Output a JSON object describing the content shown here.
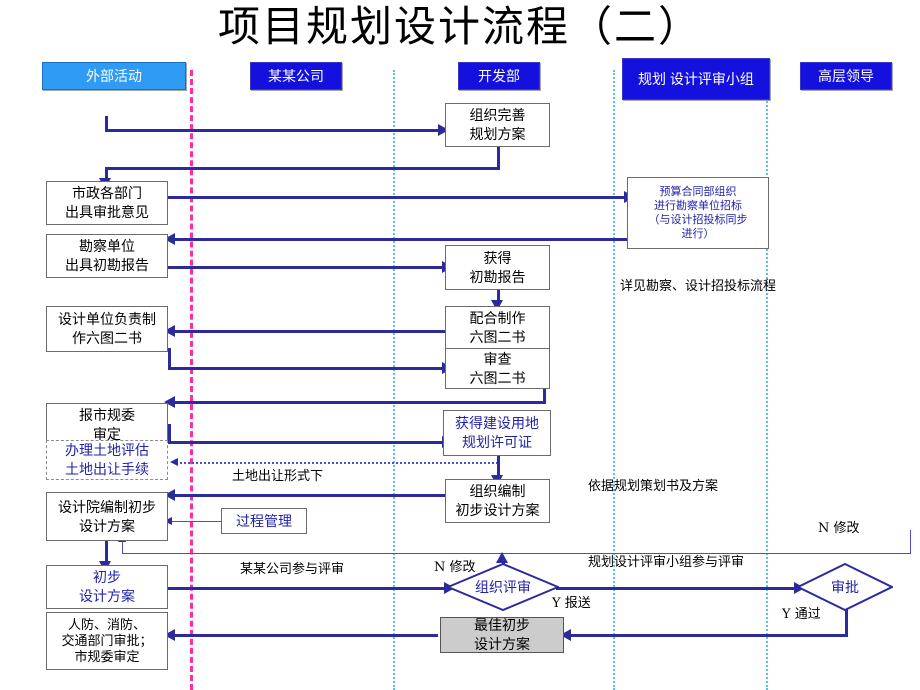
{
  "title": "项目规划设计流程（二）",
  "lanes": [
    {
      "id": "external",
      "label": "外部活动"
    },
    {
      "id": "company",
      "label": "某某公司"
    },
    {
      "id": "devdept",
      "label": "开发部"
    },
    {
      "id": "review",
      "label": "规划\n设计评审小组"
    },
    {
      "id": "exec",
      "label": "高层领导"
    }
  ],
  "colors": {
    "lane_header_blue": "#1410dd",
    "lane_header_light_blue": "#2f9bf5",
    "divider_magenta": "#ff2ea0",
    "divider_blue": "#5fbdf5",
    "connector": "#2b2b9e",
    "box_text_blue": "#2222aa",
    "gray_fill": "#cccccc"
  },
  "nodes": [
    {
      "id": "n_organize_plan",
      "label": "组织完善\n规划方案"
    },
    {
      "id": "n_city_depts",
      "label": "市政各部门\n出具审批意见"
    },
    {
      "id": "n_survey_unit",
      "label": "勘察单位\n出具初勘报告"
    },
    {
      "id": "n_budget_tender",
      "label": "预算合同部组织\n进行勘察单位招标\n（与设计招投标同步\n进行）"
    },
    {
      "id": "n_get_survey_report",
      "label": "获得\n初勘报告"
    },
    {
      "id": "n_design_unit",
      "label": "设计单位负责制\n作六图二书"
    },
    {
      "id": "n_make_six",
      "label": "配合制作\n六图二书"
    },
    {
      "id": "n_review_six",
      "label": "审查\n六图二书"
    },
    {
      "id": "n_report_city",
      "label": "报市规委\n审定"
    },
    {
      "id": "n_get_land_permit",
      "label": "获得建设用地\n规划许可证"
    },
    {
      "id": "n_land_valuation",
      "label": "办理土地评估\n土地出让手续"
    },
    {
      "id": "n_org_prelim",
      "label": "组织编制\n初步设计方案"
    },
    {
      "id": "n_inst_prelim",
      "label": "设计院编制初步\n设计方案"
    },
    {
      "id": "n_process_mgmt",
      "label": "过程管理"
    },
    {
      "id": "n_prelim_scheme",
      "label": "初步\n设计方案"
    },
    {
      "id": "n_approvals",
      "label": "人防、消防、\n交通部门审批；\n市规委审定"
    },
    {
      "id": "n_best_prelim",
      "label": "最佳初步\n设计方案"
    }
  ],
  "decisions": [
    {
      "id": "d_org_review",
      "label": "组织评审"
    },
    {
      "id": "d_approve",
      "label": "审批"
    }
  ],
  "annotations": [
    {
      "id": "a_see_tender",
      "text": "详见勘察、设计招投标流程"
    },
    {
      "id": "a_land_form",
      "text": "土地出让形式下"
    },
    {
      "id": "a_per_plan",
      "text": "依据规划策划书及方案"
    },
    {
      "id": "a_company_join",
      "text": "某某公司参与评审"
    },
    {
      "id": "a_group_join",
      "text": "规划设计评审小组参与评审"
    },
    {
      "id": "a_n_modify_1",
      "text": "N  修改"
    },
    {
      "id": "a_n_modify_2",
      "text": "N  修改"
    },
    {
      "id": "a_y_submit",
      "text": "Y 报送"
    },
    {
      "id": "a_y_pass",
      "text": "Y 通过"
    }
  ]
}
